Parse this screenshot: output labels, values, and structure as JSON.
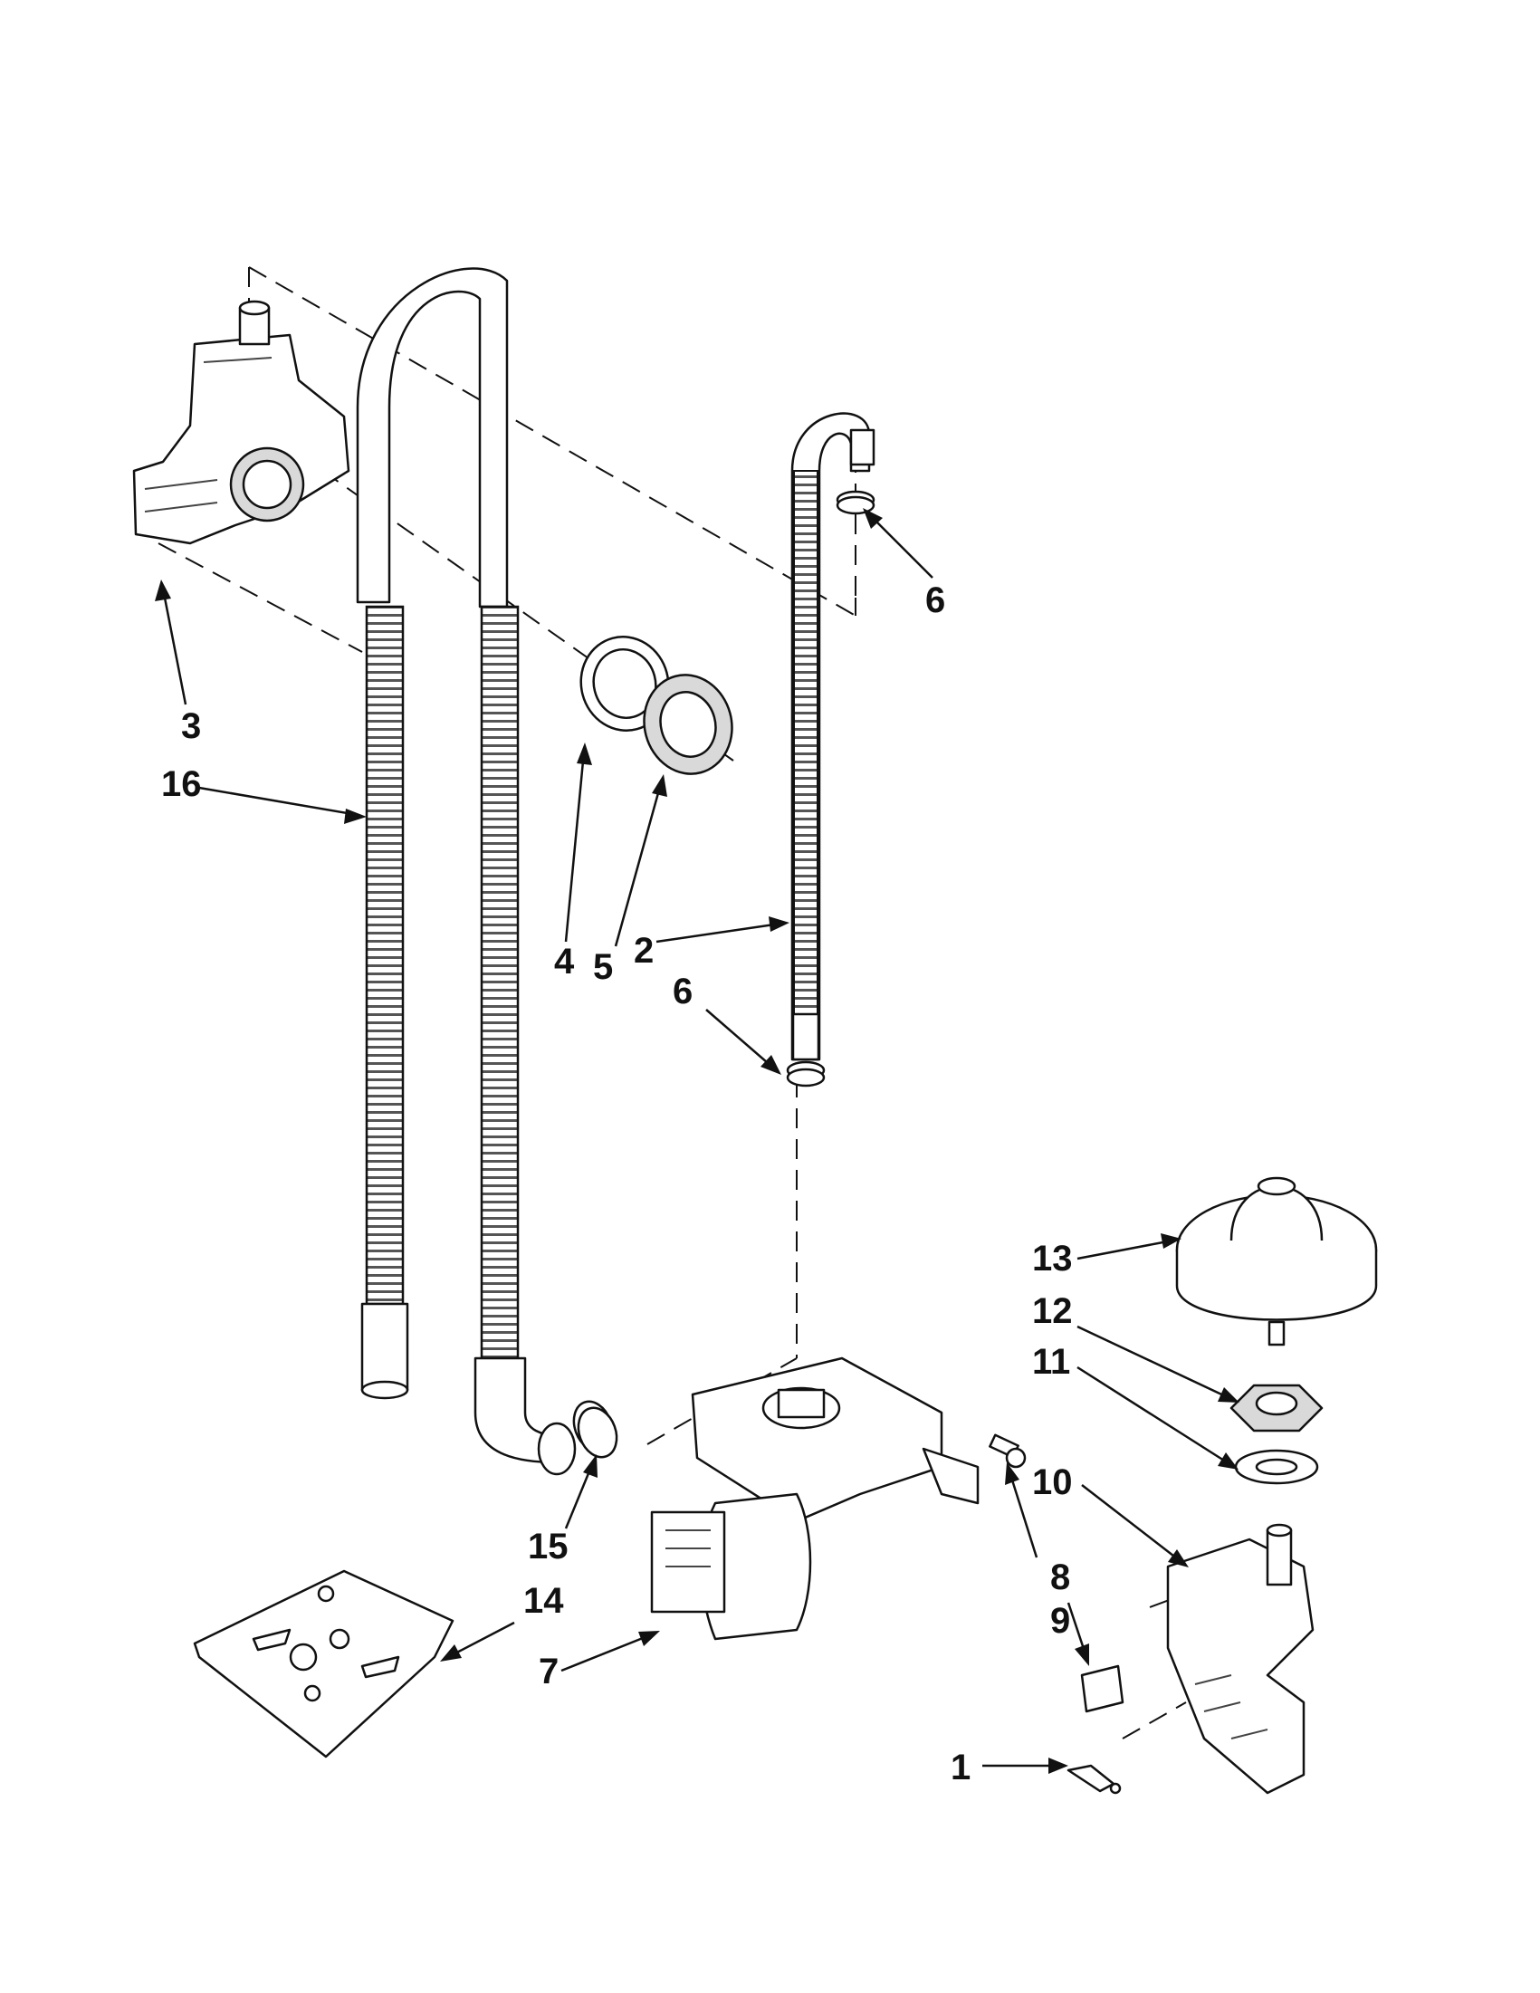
{
  "diagram": {
    "callouts": [
      {
        "id": "3",
        "label": "3"
      },
      {
        "id": "16",
        "label": "16"
      },
      {
        "id": "4",
        "label": "4"
      },
      {
        "id": "5",
        "label": "5"
      },
      {
        "id": "2",
        "label": "2"
      },
      {
        "id": "6a",
        "label": "6"
      },
      {
        "id": "6b",
        "label": "6"
      },
      {
        "id": "13",
        "label": "13"
      },
      {
        "id": "12",
        "label": "12"
      },
      {
        "id": "11",
        "label": "11"
      },
      {
        "id": "10",
        "label": "10"
      },
      {
        "id": "15",
        "label": "15"
      },
      {
        "id": "14",
        "label": "14"
      },
      {
        "id": "8",
        "label": "8"
      },
      {
        "id": "9",
        "label": "9"
      },
      {
        "id": "7",
        "label": "7"
      },
      {
        "id": "1",
        "label": "1"
      }
    ]
  }
}
